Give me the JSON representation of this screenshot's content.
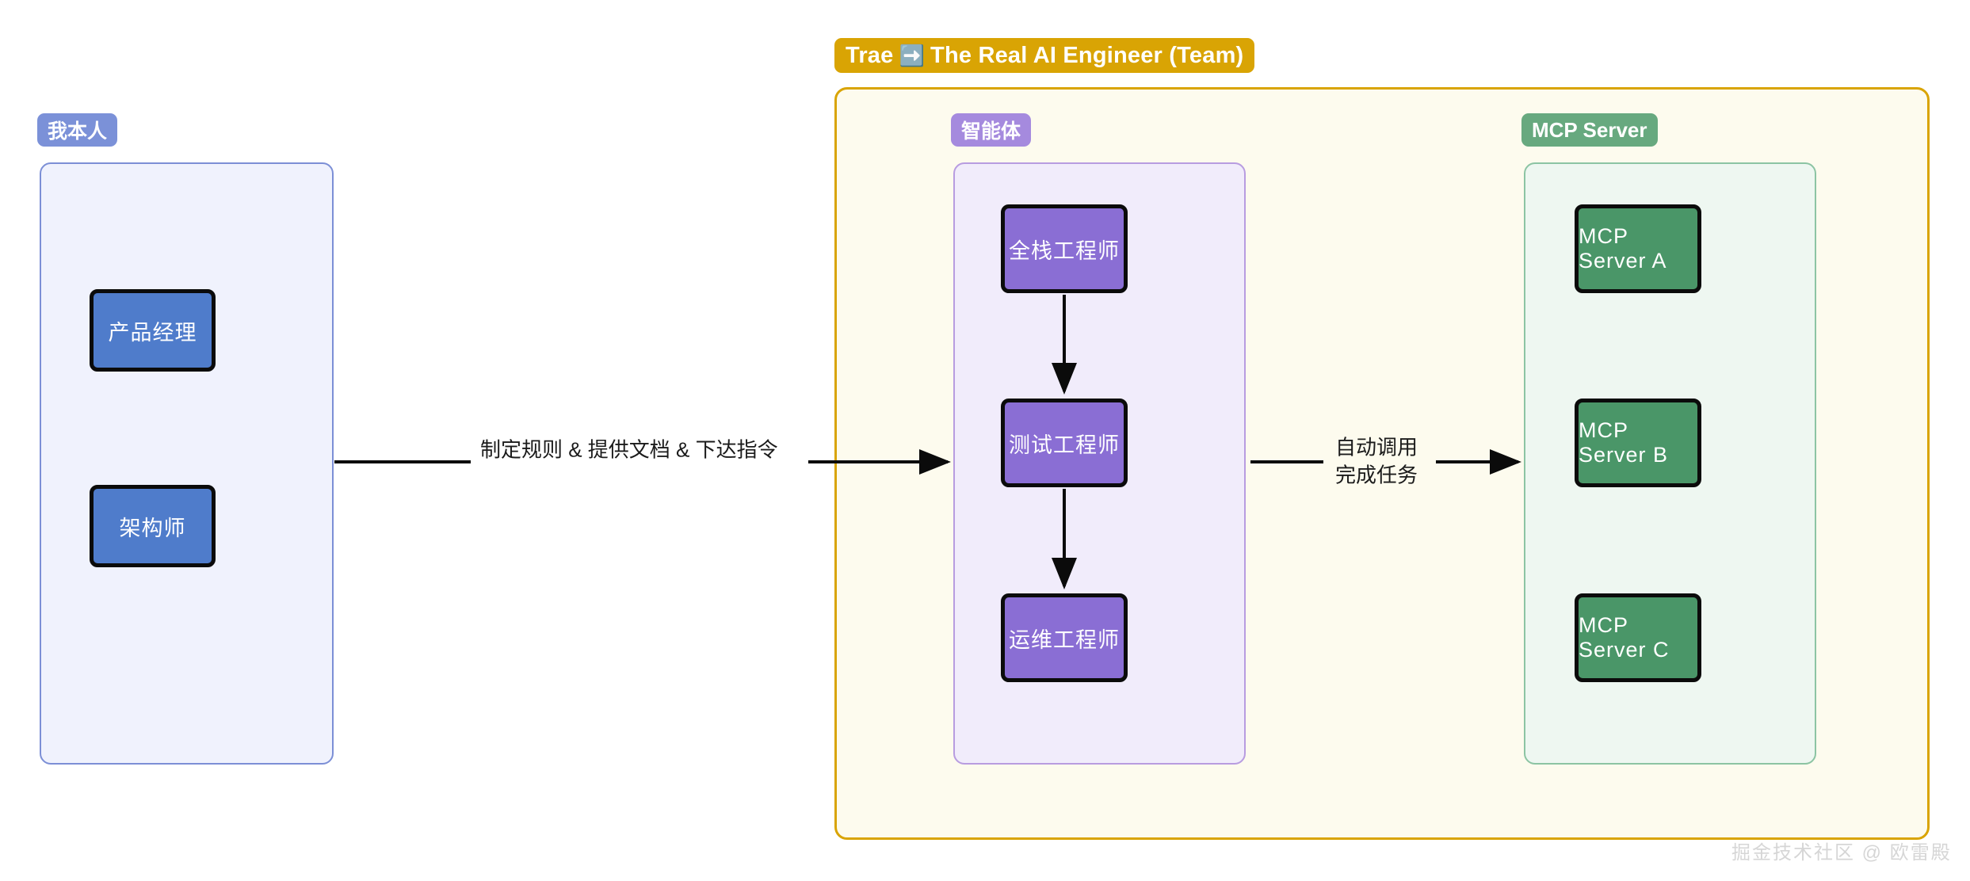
{
  "diagram": {
    "type": "flowchart",
    "background": "#ffffff",
    "groups": [
      {
        "id": "team",
        "title": "Trae",
        "title_suffix": "The Real AI Engineer (Team)",
        "title_icon": "right-arrow-emoji",
        "accent": "#d9a404",
        "fill": "#fdfbee"
      },
      {
        "id": "self",
        "title": "我本人",
        "accent": "#7b91d8",
        "fill": "#f0f2fd"
      },
      {
        "id": "agents",
        "title": "智能体",
        "accent": "#a58ade",
        "fill": "#f1ecfb"
      },
      {
        "id": "mcp",
        "title": "MCP Server",
        "accent": "#67a97f",
        "fill": "#eef7f1"
      }
    ],
    "nodes": {
      "self": [
        {
          "label": "产品经理",
          "color": "#4f7ccb"
        },
        {
          "label": "架构师",
          "color": "#4f7ccb"
        }
      ],
      "agents": [
        {
          "label": "全栈工程师",
          "color": "#8a6ed4"
        },
        {
          "label": "测试工程师",
          "color": "#8a6ed4"
        },
        {
          "label": "运维工程师",
          "color": "#8a6ed4"
        }
      ],
      "mcp": [
        {
          "label": "MCP Server A",
          "color": "#4a9668"
        },
        {
          "label": "MCP Server B",
          "color": "#4a9668"
        },
        {
          "label": "MCP Server C",
          "color": "#4a9668"
        }
      ]
    },
    "edges": {
      "self_to_agents": "制定规则 & 提供文档 & 下达指令",
      "agents_to_mcp_line1": "自动调用",
      "agents_to_mcp_line2": "完成任务"
    }
  },
  "watermark": "掘金技术社区 @ 欧雷殿"
}
